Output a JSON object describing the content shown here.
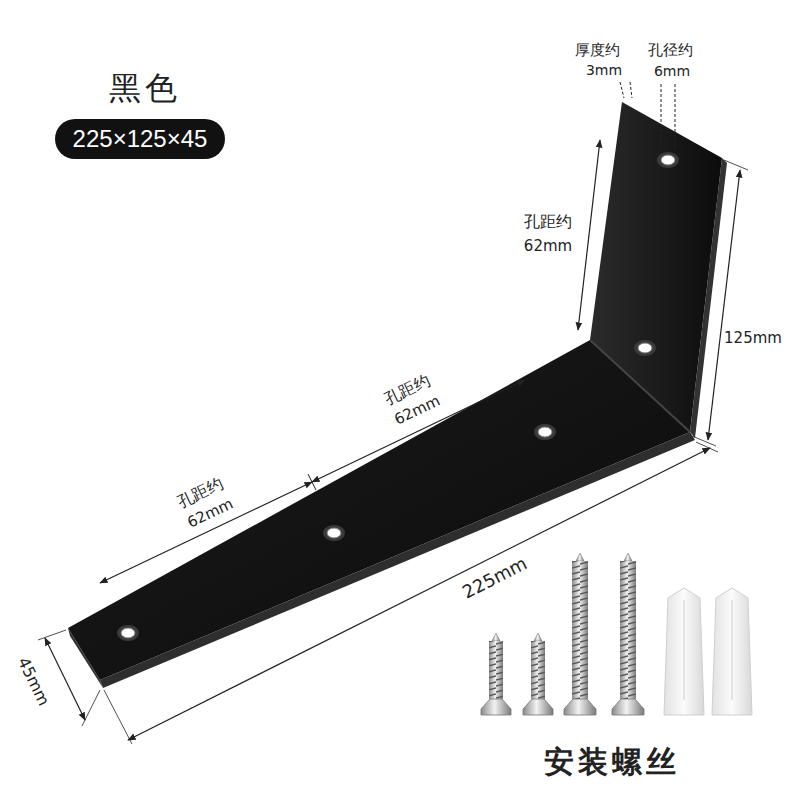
{
  "diagram": {
    "title": "黑色",
    "nodes": [
      {
        "text": [
          "225×125×45"
        ]
      }
    ],
    "labels": [
      "厚度约",
      "3mm",
      "孔径约",
      "6mm",
      "孔距约",
      "62mm",
      "125mm",
      "孔距约",
      "62mm",
      "孔距约",
      "62mm",
      "225mm",
      "45mm",
      "安装螺丝"
    ]
  }
}
